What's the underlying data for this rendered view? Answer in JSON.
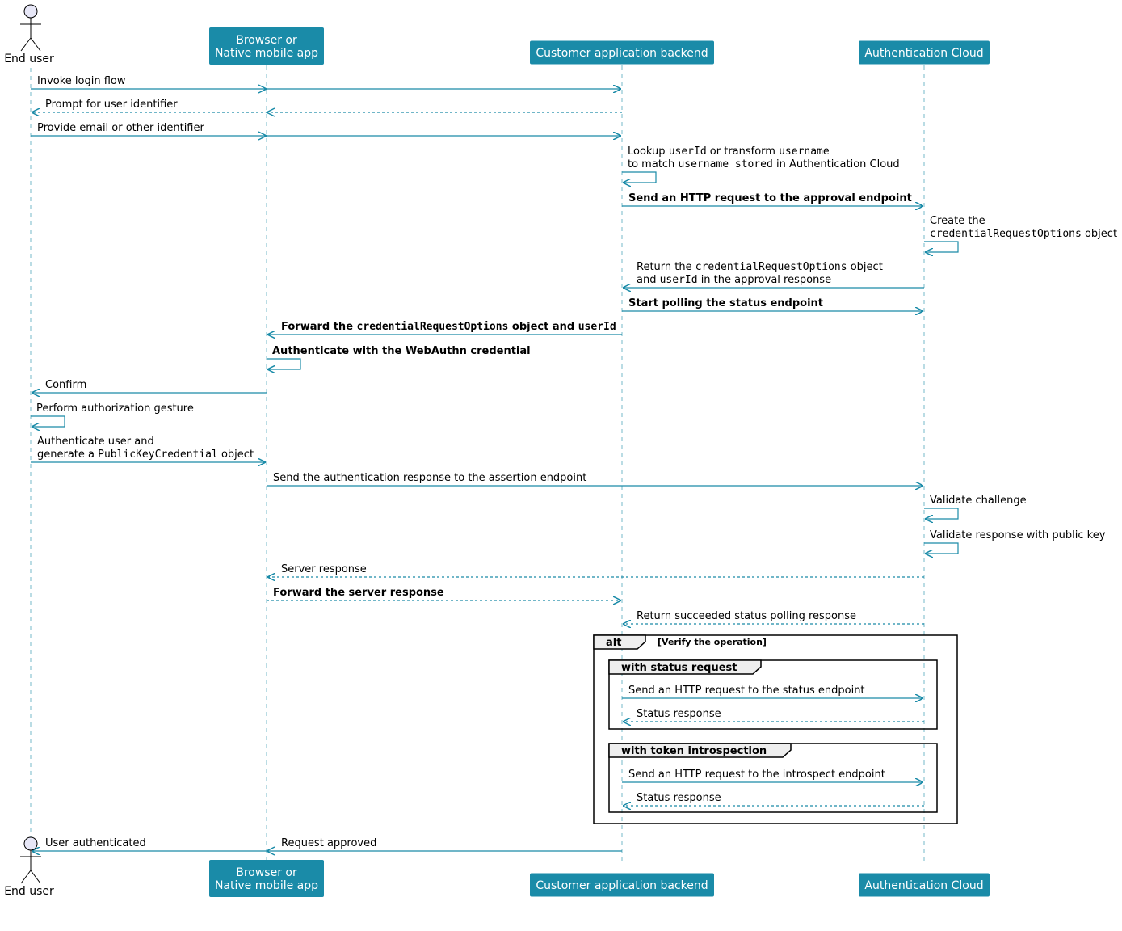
{
  "participants": [
    {
      "id": "user",
      "label": [
        "End user"
      ],
      "kind": "actor"
    },
    {
      "id": "browser",
      "label": [
        "Browser or",
        "Native mobile app"
      ],
      "kind": "box"
    },
    {
      "id": "backend",
      "label": [
        "Customer application backend"
      ],
      "kind": "box"
    },
    {
      "id": "cloud",
      "label": [
        "Authentication Cloud"
      ],
      "kind": "box"
    }
  ],
  "colors": {
    "participant_fill": "#1a8ba8",
    "participant_text": "#ffffff",
    "arrow": "#1a8ba8",
    "lifeline": "#1a8ba8",
    "actor_fill": "#e7e7f7",
    "fragment_header": "#eeeeee"
  },
  "messages": [
    {
      "from": "user",
      "to": "backend",
      "style": "solid",
      "text": [
        [
          "Invoke login flow"
        ]
      ]
    },
    {
      "from": "backend",
      "to": "user",
      "style": "dashed",
      "text": [
        [
          "Prompt for user identifier"
        ]
      ]
    },
    {
      "from": "user",
      "to": "backend",
      "style": "solid",
      "text": [
        [
          "Provide email or other identifier"
        ]
      ]
    },
    {
      "from": "backend",
      "to": "backend",
      "style": "self",
      "text": [
        [
          "Lookup ",
          "~userId",
          " or transform ",
          "~username"
        ],
        [
          "to match ",
          "~username stored",
          " in Authentication Cloud"
        ]
      ]
    },
    {
      "from": "backend",
      "to": "cloud",
      "style": "solid",
      "bold": true,
      "text": [
        [
          "Send an HTTP request to the approval endpoint"
        ]
      ]
    },
    {
      "from": "cloud",
      "to": "cloud",
      "style": "self",
      "text": [
        [
          "Create the"
        ],
        [
          "~credentialRequestOptions",
          " object"
        ]
      ]
    },
    {
      "from": "cloud",
      "to": "backend",
      "style": "solid",
      "text": [
        [
          "Return the ",
          "~credentialRequestOptions",
          " object"
        ],
        [
          "and ",
          "~userId",
          " in the approval response"
        ]
      ]
    },
    {
      "from": "backend",
      "to": "cloud",
      "style": "solid",
      "bold": true,
      "text": [
        [
          "Start polling the status endpoint"
        ]
      ]
    },
    {
      "from": "backend",
      "to": "browser",
      "style": "solid",
      "bold": true,
      "text": [
        [
          "Forward the ",
          "~credentialRequestOptions",
          " object and ",
          "~userId"
        ]
      ]
    },
    {
      "from": "browser",
      "to": "browser",
      "style": "self",
      "bold": true,
      "text": [
        [
          "Authenticate with the WebAuthn credential"
        ]
      ]
    },
    {
      "from": "browser",
      "to": "user",
      "style": "solid",
      "text": [
        [
          "Confirm"
        ]
      ]
    },
    {
      "from": "user",
      "to": "user",
      "style": "self",
      "text": [
        [
          "Perform authorization gesture"
        ]
      ]
    },
    {
      "from": "user",
      "to": "browser",
      "style": "solid",
      "text": [
        [
          "Authenticate user and"
        ],
        [
          "generate a ",
          "~PublicKeyCredential",
          " object"
        ]
      ]
    },
    {
      "from": "browser",
      "to": "cloud",
      "style": "solid",
      "text": [
        [
          "Send the authentication response to the assertion endpoint"
        ]
      ]
    },
    {
      "from": "cloud",
      "to": "cloud",
      "style": "self",
      "text": [
        [
          "Validate challenge"
        ]
      ]
    },
    {
      "from": "cloud",
      "to": "cloud",
      "style": "self",
      "text": [
        [
          "Validate response with public key"
        ]
      ]
    },
    {
      "from": "cloud",
      "to": "browser",
      "style": "dashed",
      "text": [
        [
          "Server response"
        ]
      ]
    },
    {
      "from": "browser",
      "to": "backend",
      "style": "dashed",
      "bold": true,
      "text": [
        [
          "Forward the server response"
        ]
      ]
    },
    {
      "from": "cloud",
      "to": "backend",
      "style": "dashed",
      "text": [
        [
          "Return succeeded status polling response"
        ]
      ]
    },
    {
      "from": "backend",
      "to": "cloud",
      "style": "solid",
      "text": [
        [
          "Send an HTTP request to the status endpoint"
        ]
      ]
    },
    {
      "from": "cloud",
      "to": "backend",
      "style": "dashed",
      "text": [
        [
          "Status response"
        ]
      ]
    },
    {
      "from": "backend",
      "to": "cloud",
      "style": "solid",
      "text": [
        [
          "Send an HTTP request to the introspect endpoint"
        ]
      ]
    },
    {
      "from": "cloud",
      "to": "backend",
      "style": "dashed",
      "text": [
        [
          "Status response"
        ]
      ]
    },
    {
      "from": "backend",
      "to": "user",
      "style": "solid",
      "text": [
        [
          "User authenticated"
        ]
      ],
      "second_label": "Request approved"
    }
  ],
  "fragments": [
    {
      "operator": "alt",
      "guard": "[Verify the operation]"
    },
    {
      "operator": "with status request"
    },
    {
      "operator": "with token introspection"
    }
  ]
}
